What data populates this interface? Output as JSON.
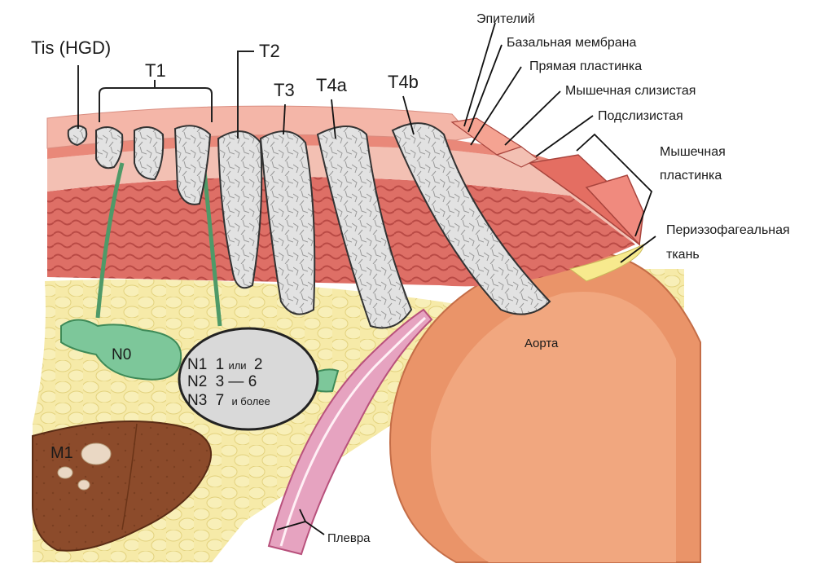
{
  "stages": {
    "tis": "Tis (HGD)",
    "t1": "T1",
    "t2": "T2",
    "t3": "T3",
    "t4a": "T4a",
    "t4b": "T4b"
  },
  "layers": {
    "epithelium": "Эпителий",
    "basement_membrane": "Базальная мембрана",
    "lamina_propria": "Прямая пластинка",
    "muscularis_mucosae": "Мышечная слизистая",
    "submucosa": "Подслизистая",
    "muscularis_propria_line1": "Мышечная",
    "muscularis_propria_line2": "пластинка",
    "periesophageal_line1": "Периэзофагеальная",
    "periesophageal_line2": "ткань"
  },
  "structures": {
    "aorta": "Аорта",
    "pleura": "Плевра"
  },
  "nodes": {
    "n0": "N0",
    "n1_code": "N1",
    "n1_a": "1",
    "n1_or": "или",
    "n1_b": "2",
    "n2_code": "N2",
    "n2_range": "3 — 6",
    "n3_code": "N3",
    "n3_num": "7",
    "n3_rest": "и более"
  },
  "metastasis": {
    "m1": "M1"
  },
  "colors": {
    "mucosa": "#f2b5aa",
    "muscle": "#d9605a",
    "fat": "#f4e7a1",
    "aorta": "#e38a61",
    "node": "#7cc79a",
    "liver": "#8a4a2a",
    "tumor": "#d6d6d6"
  }
}
